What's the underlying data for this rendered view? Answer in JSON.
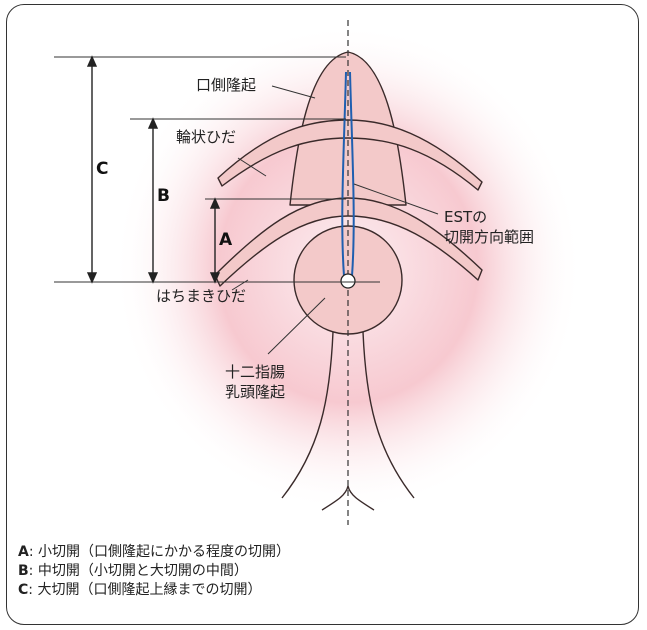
{
  "labels": {
    "oral_protrusion": "口側隆起",
    "circular_fold": "輪状ひだ",
    "est_direction_line1": "ESTの",
    "est_direction_line2": "切開方向範囲",
    "hachimaki_fold": "はちまきひだ",
    "papilla_line1": "十二指腸",
    "papilla_line2": "乳頭隆起"
  },
  "dimensions": {
    "a": "A",
    "b": "B",
    "c": "C"
  },
  "legend": [
    {
      "key": "A",
      "text": ": 小切開（口側隆起にかかる程度の切開）"
    },
    {
      "key": "B",
      "text": ": 中切開（小切開と大切開の中間）"
    },
    {
      "key": "C",
      "text": ": 大切開（口側隆起上縁までの切開）"
    }
  ],
  "colors": {
    "glow": "#f7c6cd",
    "tissue": "#f3c9c9",
    "outline": "#3a2a2a",
    "incision": "#1f5fb0"
  }
}
